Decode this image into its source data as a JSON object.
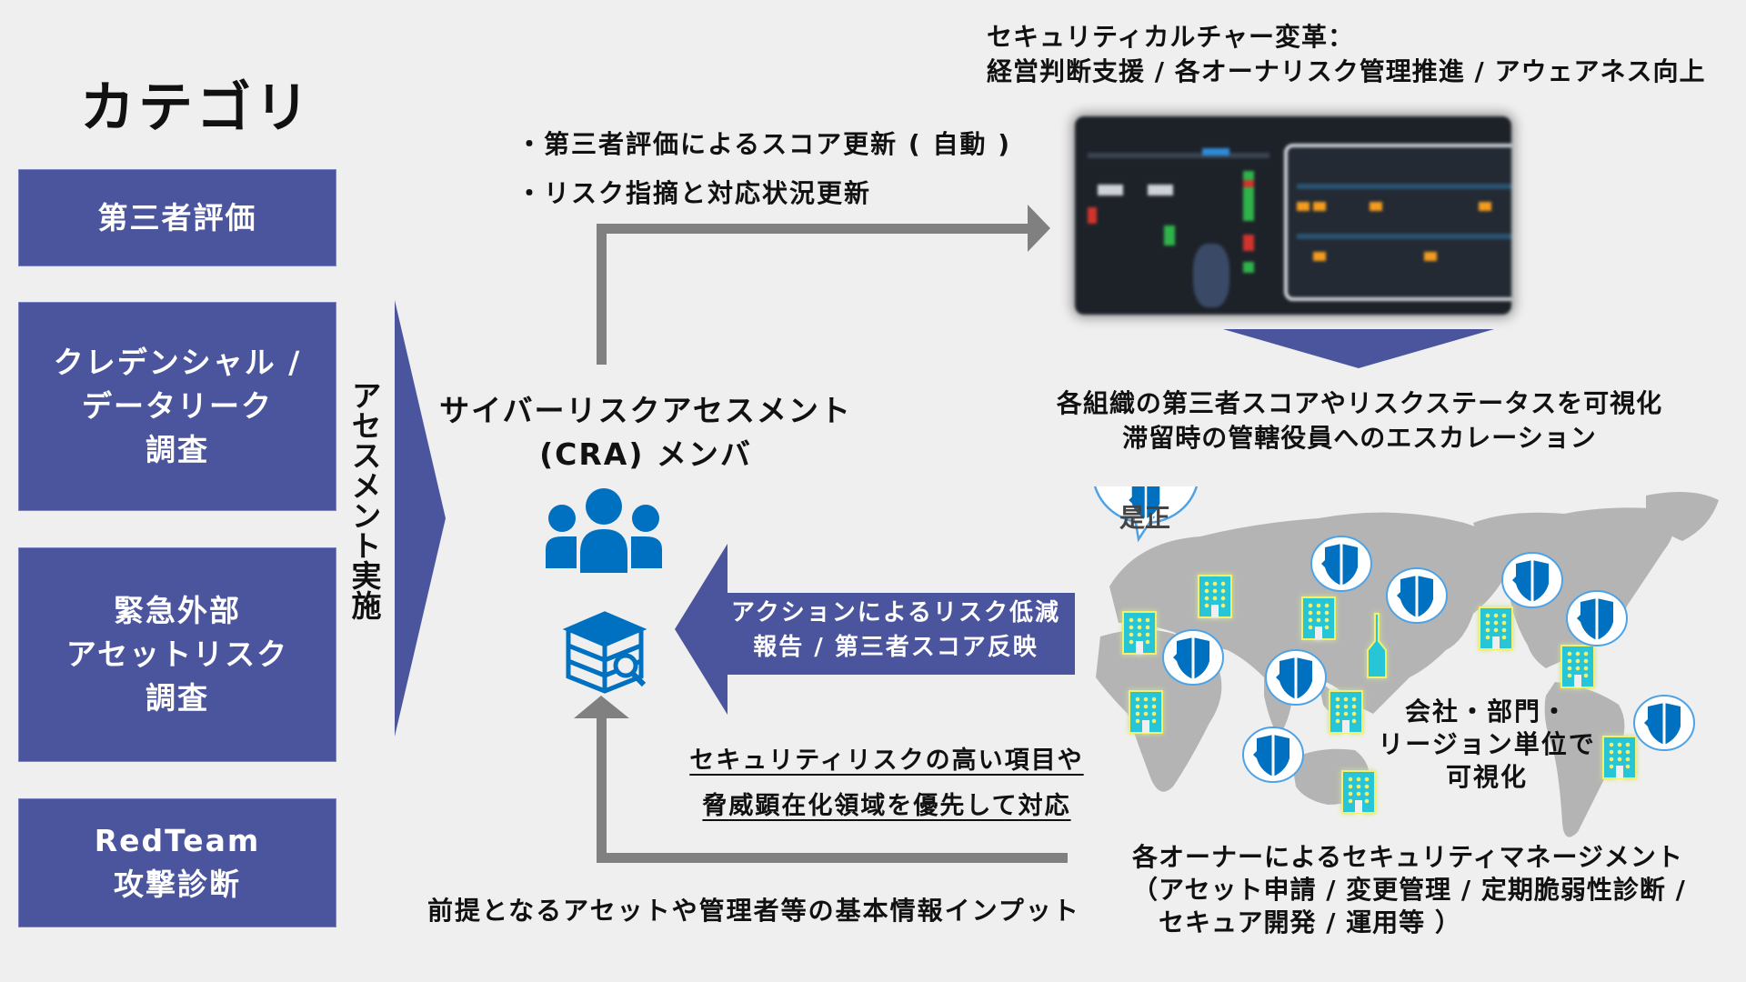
{
  "categories": {
    "title": "カテゴリ",
    "items": [
      {
        "lines": [
          "第三者評価"
        ]
      },
      {
        "lines": [
          "クレデンシャル /",
          "データリーク",
          "調査"
        ]
      },
      {
        "lines": [
          "緊急外部",
          "アセットリスク",
          "調査"
        ]
      },
      {
        "lines": [
          "RedTeam",
          "攻撃診断"
        ]
      }
    ]
  },
  "assessment_label": "アセスメント実施",
  "cra": {
    "title_line1": "サイバーリスクアセスメント",
    "title_line2": "(CRA) メンバ",
    "people_icon": "people-group-icon",
    "database_icon": "database-search-icon"
  },
  "top_flow": {
    "bullets": [
      "・第三者評価によるスコア更新 ( 自動 )",
      "・リスク指摘と対応状況更新"
    ]
  },
  "culture": {
    "line1": "セキュリティカルチャー変革：",
    "line2": "経営判断支援 / 各オーナリスク管理推進 / アウェアネス向上"
  },
  "dashboard_caption": {
    "line1": "各組織の第三者スコアやリスクステータスを可視化",
    "line2": "滞留時の管轄役員へのエスカレーション"
  },
  "action_arrow": {
    "line1": "アクションによるリスク低減",
    "line2": "報告 / 第三者スコア反映"
  },
  "priority": {
    "line1": "セキュリティリスクの高い項目や",
    "line2": "脅威顕在化領域を優先して対応"
  },
  "input_label": "前提となるアセットや管理者等の基本情報インプット",
  "map": {
    "callout_label": "是正",
    "region_lines": [
      "会社・部門・",
      "リージョン単位で",
      "可視化"
    ]
  },
  "owner": {
    "line1": "各オーナーによるセキュリティマネージメント",
    "line2": "（アセット申請 / 変更管理 / 定期脆弱性診断 /",
    "line3": "　セキュア開発 / 運用等 ）"
  },
  "colors": {
    "background": "#efefef",
    "category_fill": "#4b559e",
    "arrow_gray": "#808080",
    "icon_blue": "#0070c0",
    "building_cyan": "#26c6d8",
    "map_gray": "#b4b4b4",
    "bubble_border": "#4da3e6"
  }
}
